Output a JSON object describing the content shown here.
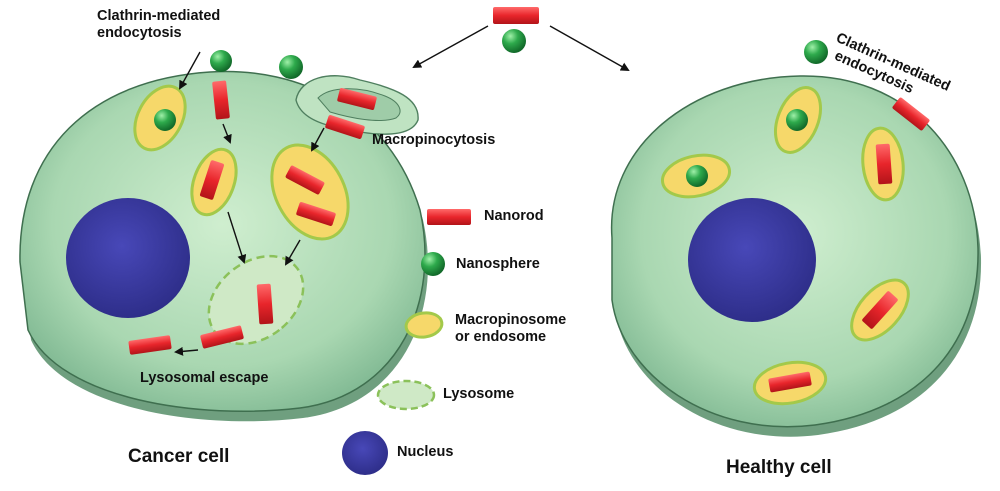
{
  "labels": {
    "cancer_endocytosis": [
      "Clathrin-mediated",
      "endocytosis"
    ],
    "healthy_endocytosis": [
      "Clathrin-mediated",
      "endocytosis"
    ],
    "macropinocytosis": "Macropinocytosis",
    "lysosomal_escape": "Lysosomal escape",
    "cancer_cell": "Cancer cell",
    "healthy_cell": "Healthy cell"
  },
  "legend": {
    "nanorod": "Nanorod",
    "nanosphere": "Nanosphere",
    "endosome": [
      "Macropinosome",
      "or endosome"
    ],
    "lysosome": "Lysosome",
    "nucleus": "Nucleus"
  },
  "colors": {
    "cell_fill": "#a9d7b1",
    "cell_edge": "#3f6f4f",
    "nanorod": "#e8252b",
    "nanosphere": "#2e9b4a",
    "endosome_fill": "#f6d86a",
    "endosome_edge": "#a3c94a",
    "lysosome_fill": "#cfe9c6",
    "lysosome_edge": "#8bc15a",
    "nucleus": "#3b3b9e"
  }
}
